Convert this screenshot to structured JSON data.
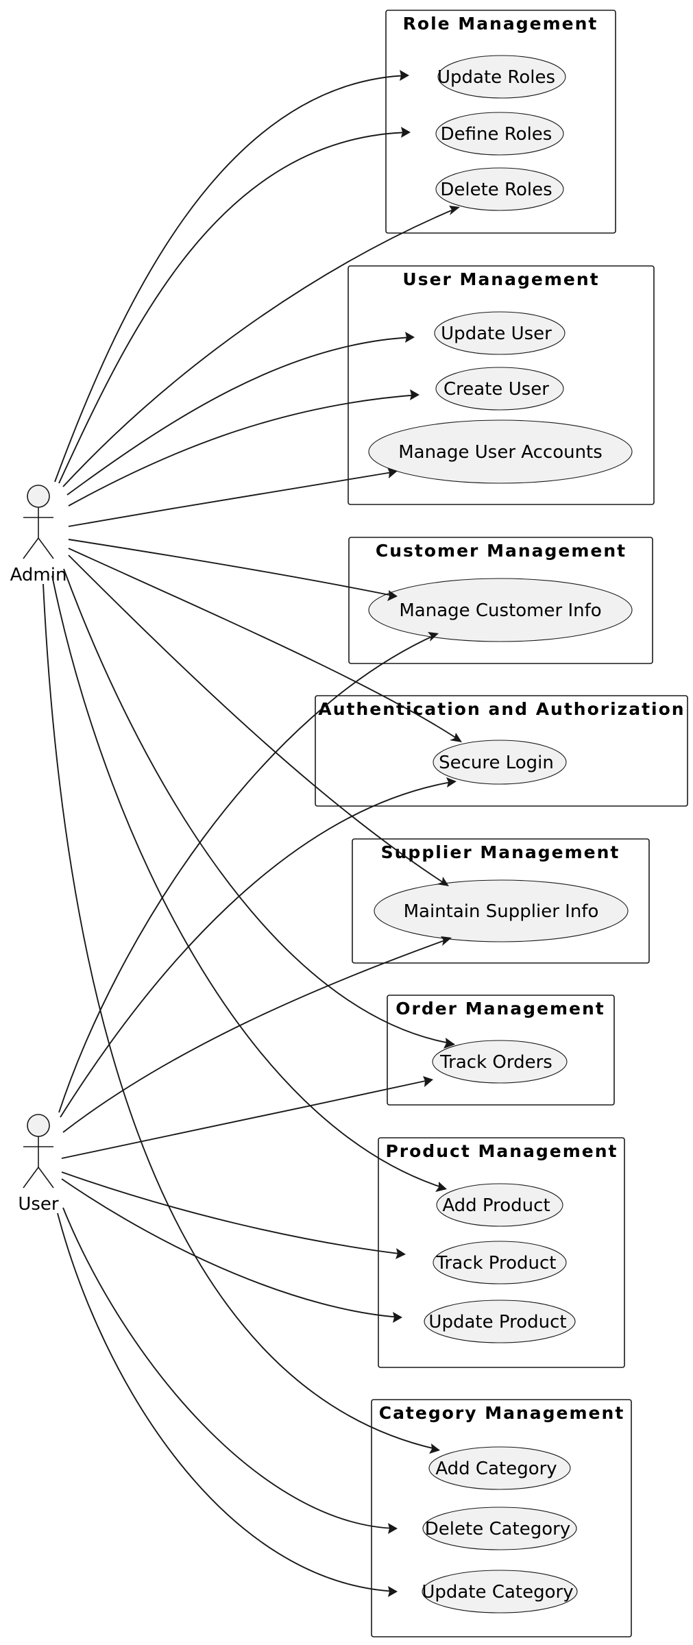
{
  "actors": {
    "admin": {
      "label": "Admin"
    },
    "user": {
      "label": "User"
    }
  },
  "packages": {
    "role": {
      "title": "Role Management"
    },
    "user": {
      "title": "User Management"
    },
    "customer": {
      "title": "Customer Management"
    },
    "auth": {
      "title": "Authentication and Authorization"
    },
    "supplier": {
      "title": "Supplier Management"
    },
    "order": {
      "title": "Order Management"
    },
    "product": {
      "title": "Product Management"
    },
    "category": {
      "title": "Category Management"
    }
  },
  "use_cases": {
    "update_roles": "Update Roles",
    "define_roles": "Define Roles",
    "delete_roles": "Delete Roles",
    "update_user": "Update User",
    "create_user": "Create User",
    "manage_user_accounts": "Manage User Accounts",
    "manage_customer_info": "Manage Customer Info",
    "secure_login": "Secure Login",
    "maintain_supplier_info": "Maintain Supplier Info",
    "track_orders": "Track Orders",
    "add_product": "Add Product",
    "track_product": "Track Product",
    "update_product": "Update Product",
    "add_category": "Add Category",
    "delete_category": "Delete Category",
    "update_category": "Update Category"
  },
  "associations": [
    {
      "from": "Admin",
      "to": "Update Roles"
    },
    {
      "from": "Admin",
      "to": "Define Roles"
    },
    {
      "from": "Admin",
      "to": "Delete Roles"
    },
    {
      "from": "Admin",
      "to": "Update User"
    },
    {
      "from": "Admin",
      "to": "Create User"
    },
    {
      "from": "Admin",
      "to": "Manage User Accounts"
    },
    {
      "from": "Admin",
      "to": "Manage Customer Info"
    },
    {
      "from": "Admin",
      "to": "Secure Login"
    },
    {
      "from": "Admin",
      "to": "Maintain Supplier Info"
    },
    {
      "from": "Admin",
      "to": "Track Orders"
    },
    {
      "from": "Admin",
      "to": "Add Product"
    },
    {
      "from": "Admin",
      "to": "Add Category"
    },
    {
      "from": "User",
      "to": "Manage Customer Info"
    },
    {
      "from": "User",
      "to": "Secure Login"
    },
    {
      "from": "User",
      "to": "Maintain Supplier Info"
    },
    {
      "from": "User",
      "to": "Track Orders"
    },
    {
      "from": "User",
      "to": "Track Product"
    },
    {
      "from": "User",
      "to": "Update Product"
    },
    {
      "from": "User",
      "to": "Delete Category"
    },
    {
      "from": "User",
      "to": "Update Category"
    }
  ]
}
